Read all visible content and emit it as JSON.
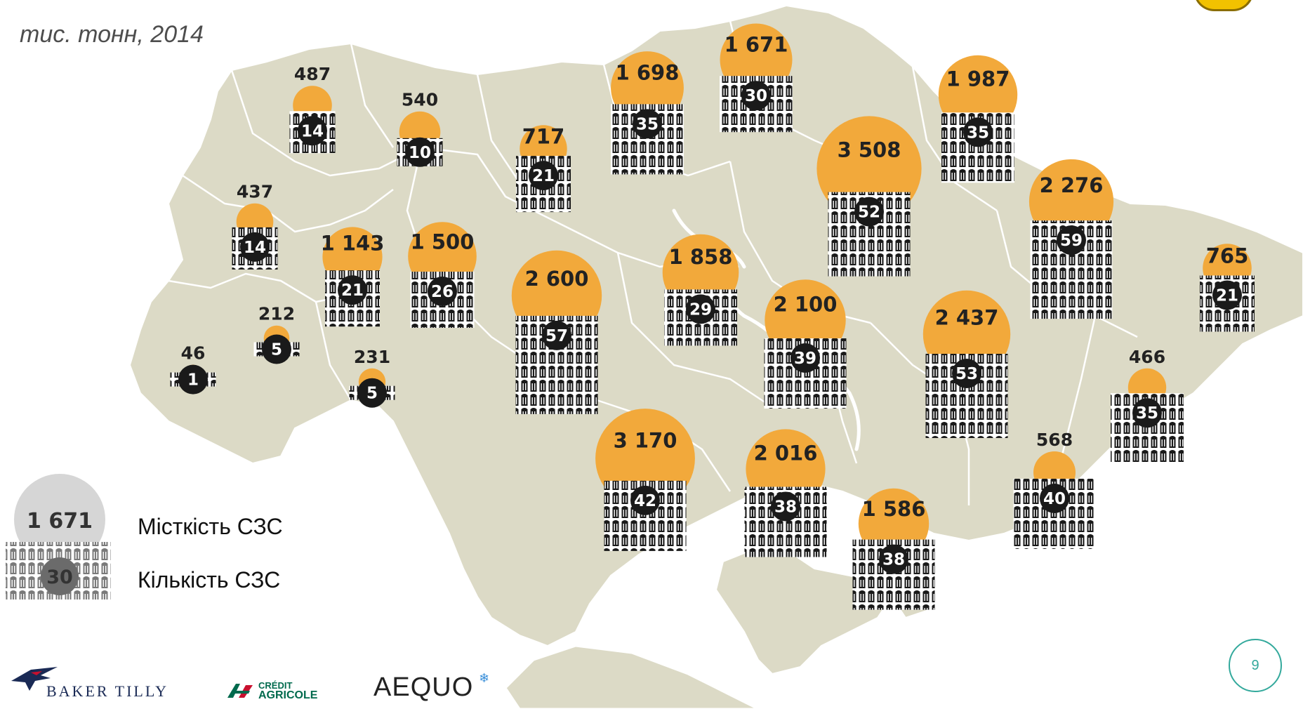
{
  "subtitle": "тис. тонн, 2014",
  "legend": {
    "sample_capacity": "1 671",
    "sample_count": "30",
    "capacity_label": "Місткість СЗС",
    "count_label": "Кількість СЗС"
  },
  "page_number": "9",
  "logos": {
    "baker_tilly": "BAKER TILLY",
    "credit_agricole_line1": "CRÉDIT",
    "credit_agricole_line2": "AGRICOLE",
    "aequo": "AEQUO"
  },
  "colors": {
    "map_fill": "#dcdac6",
    "border": "#ffffff",
    "sea": "#ffffff",
    "capacity_bubble": "#f2a93b",
    "count_badge": "#1a1a1a",
    "legend_bubble": "#d6d6d6",
    "legend_badge": "#6b6b6b",
    "accent_teal": "#33a99c",
    "logo_navy": "#1a2a55",
    "credit_green": "#006a4d"
  },
  "map_data": {
    "unit": "тис. тонн",
    "year": "2014",
    "regions": [
      {
        "capacity": "487",
        "capacity_value": 487,
        "count": 14
      },
      {
        "capacity": "540",
        "capacity_value": 540,
        "count": 10
      },
      {
        "capacity": "717",
        "capacity_value": 717,
        "count": 21
      },
      {
        "capacity": "1 698",
        "capacity_value": 1698,
        "count": 35
      },
      {
        "capacity": "1 671",
        "capacity_value": 1671,
        "count": 30
      },
      {
        "capacity": "1 987",
        "capacity_value": 1987,
        "count": 35
      },
      {
        "capacity": "437",
        "capacity_value": 437,
        "count": 14
      },
      {
        "capacity": "1 143",
        "capacity_value": 1143,
        "count": 21
      },
      {
        "capacity": "1 500",
        "capacity_value": 1500,
        "count": 26
      },
      {
        "capacity": "3 508",
        "capacity_value": 3508,
        "count": 52
      },
      {
        "capacity": "2 276",
        "capacity_value": 2276,
        "count": 59
      },
      {
        "capacity": "765",
        "capacity_value": 765,
        "count": 21
      },
      {
        "capacity": "2 600",
        "capacity_value": 2600,
        "count": 57
      },
      {
        "capacity": "1 858",
        "capacity_value": 1858,
        "count": 29
      },
      {
        "capacity": "212",
        "capacity_value": 212,
        "count": 5
      },
      {
        "capacity": "46",
        "capacity_value": 46,
        "count": 1
      },
      {
        "capacity": "231",
        "capacity_value": 231,
        "count": 5
      },
      {
        "capacity": "2 100",
        "capacity_value": 2100,
        "count": 39
      },
      {
        "capacity": "2 437",
        "capacity_value": 2437,
        "count": 53
      },
      {
        "capacity": "466",
        "capacity_value": 466,
        "count": 35
      },
      {
        "capacity": "3 170",
        "capacity_value": 3170,
        "count": 42
      },
      {
        "capacity": "2 016",
        "capacity_value": 2016,
        "count": 38
      },
      {
        "capacity": "568",
        "capacity_value": 568,
        "count": 40
      },
      {
        "capacity": "1 586",
        "capacity_value": 1586,
        "count": 38
      }
    ]
  }
}
